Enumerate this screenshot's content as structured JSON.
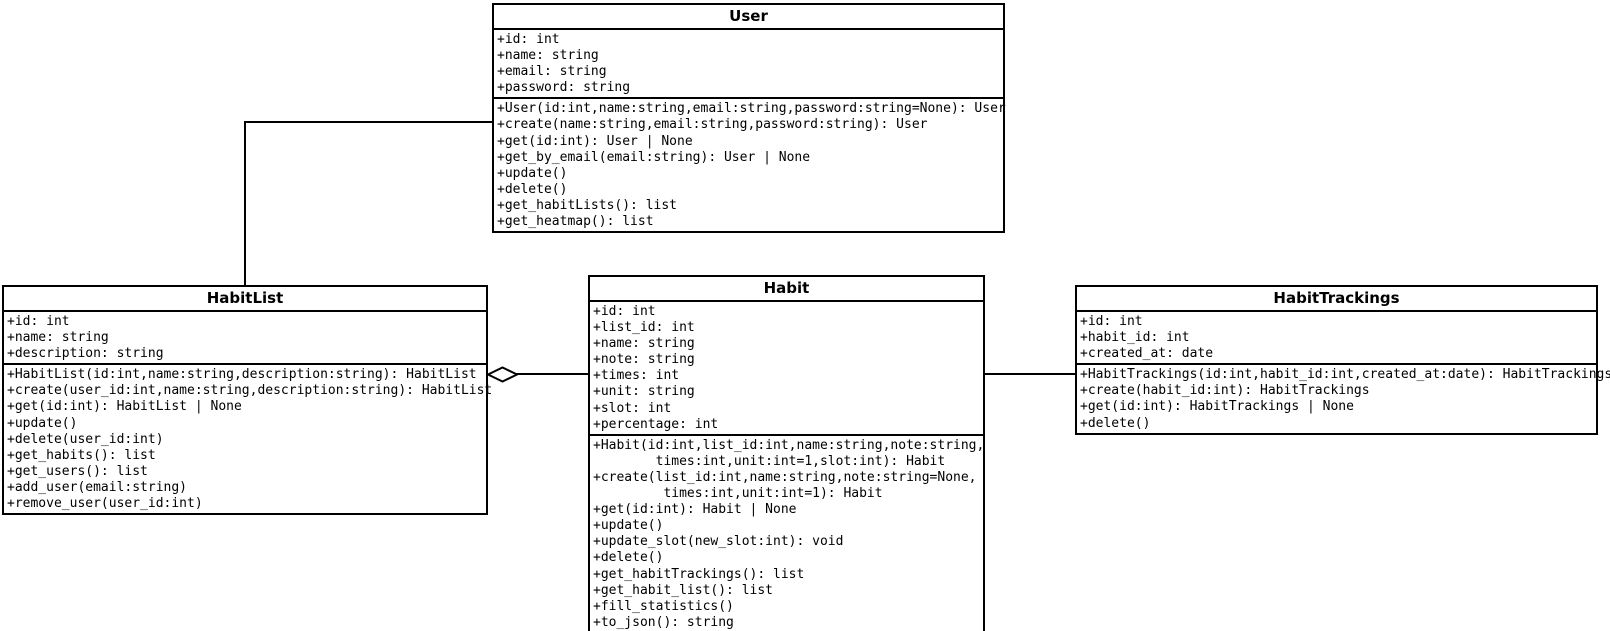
{
  "colors": {
    "line": "#000000",
    "background": "#ffffff",
    "box_fill": "#ffffff",
    "text": "#000000"
  },
  "classes": [
    {
      "name": "User",
      "attributes": [
        "+id: int",
        "+name: string",
        "+email: string",
        "+password: string"
      ],
      "methods": [
        "+User(id:int,name:string,email:string,password:string=None): User",
        "+create(name:string,email:string,password:string): User",
        "+get(id:int): User | None",
        "+get_by_email(email:string): User | None",
        "+update()",
        "+delete()",
        "+get_habitLists(): list",
        "+get_heatmap(): list"
      ]
    },
    {
      "name": "HabitList",
      "attributes": [
        "+id: int",
        "+name: string",
        "+description: string"
      ],
      "methods": [
        "+HabitList(id:int,name:string,description:string): HabitList",
        "+create(user_id:int,name:string,description:string): HabitList",
        "+get(id:int): HabitList | None",
        "+update()",
        "+delete(user_id:int)",
        "+get_habits(): list",
        "+get_users(): list",
        "+add_user(email:string)",
        "+remove_user(user_id:int)"
      ]
    },
    {
      "name": "Habit",
      "attributes": [
        "+id: int",
        "+list_id: int",
        "+name: string",
        "+note: string",
        "+times: int",
        "+unit: string",
        "+slot: int",
        "+percentage: int"
      ],
      "methods": [
        "+Habit(id:int,list_id:int,name:string,note:string,",
        "        times:int,unit:int=1,slot:int): Habit",
        "+create(list_id:int,name:string,note:string=None,",
        "         times:int,unit:int=1): Habit",
        "+get(id:int): Habit | None",
        "+update()",
        "+update_slot(new_slot:int): void",
        "+delete()",
        "+get_habitTrackings(): list",
        "+get_habit_list(): list",
        "+fill_statistics()",
        "+to_json(): string"
      ]
    },
    {
      "name": "HabitTrackings",
      "attributes": [
        "+id: int",
        "+habit_id: int",
        "+created_at: date"
      ],
      "methods": [
        "+HabitTrackings(id:int,habit_id:int,created_at:date): HabitTrackings",
        "+create(habit_id:int): HabitTrackings",
        "+get(id:int): HabitTrackings | None",
        "+delete()"
      ]
    }
  ],
  "relationships": [
    {
      "from": "User",
      "to": "HabitList",
      "type": "association",
      "style": "elbow"
    },
    {
      "from": "HabitList",
      "to": "Habit",
      "type": "aggregation",
      "diamond_at": "HabitList"
    },
    {
      "from": "Habit",
      "to": "HabitTrackings",
      "type": "association",
      "style": "straight"
    }
  ]
}
